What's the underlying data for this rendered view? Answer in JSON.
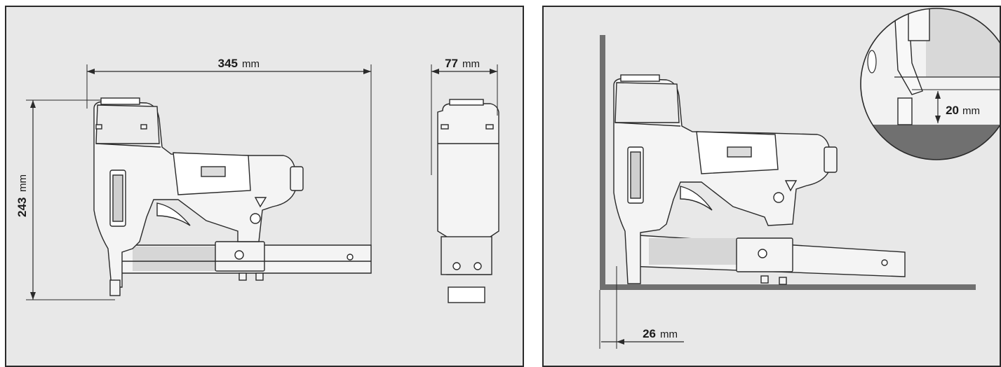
{
  "dimensions": {
    "length": {
      "value": "345",
      "unit": "mm"
    },
    "width": {
      "value": "77",
      "unit": "mm"
    },
    "height": {
      "value": "243",
      "unit": "mm"
    },
    "wall_clearance": {
      "value": "26",
      "unit": "mm"
    },
    "floor_clearance": {
      "value": "20",
      "unit": "mm"
    }
  },
  "colors": {
    "panel_bg": "#e8e8e8",
    "line": "#2a2a2a",
    "tool_body": "#f4f4f4",
    "shadow": "#cfcfcf",
    "surface": "#707070"
  }
}
